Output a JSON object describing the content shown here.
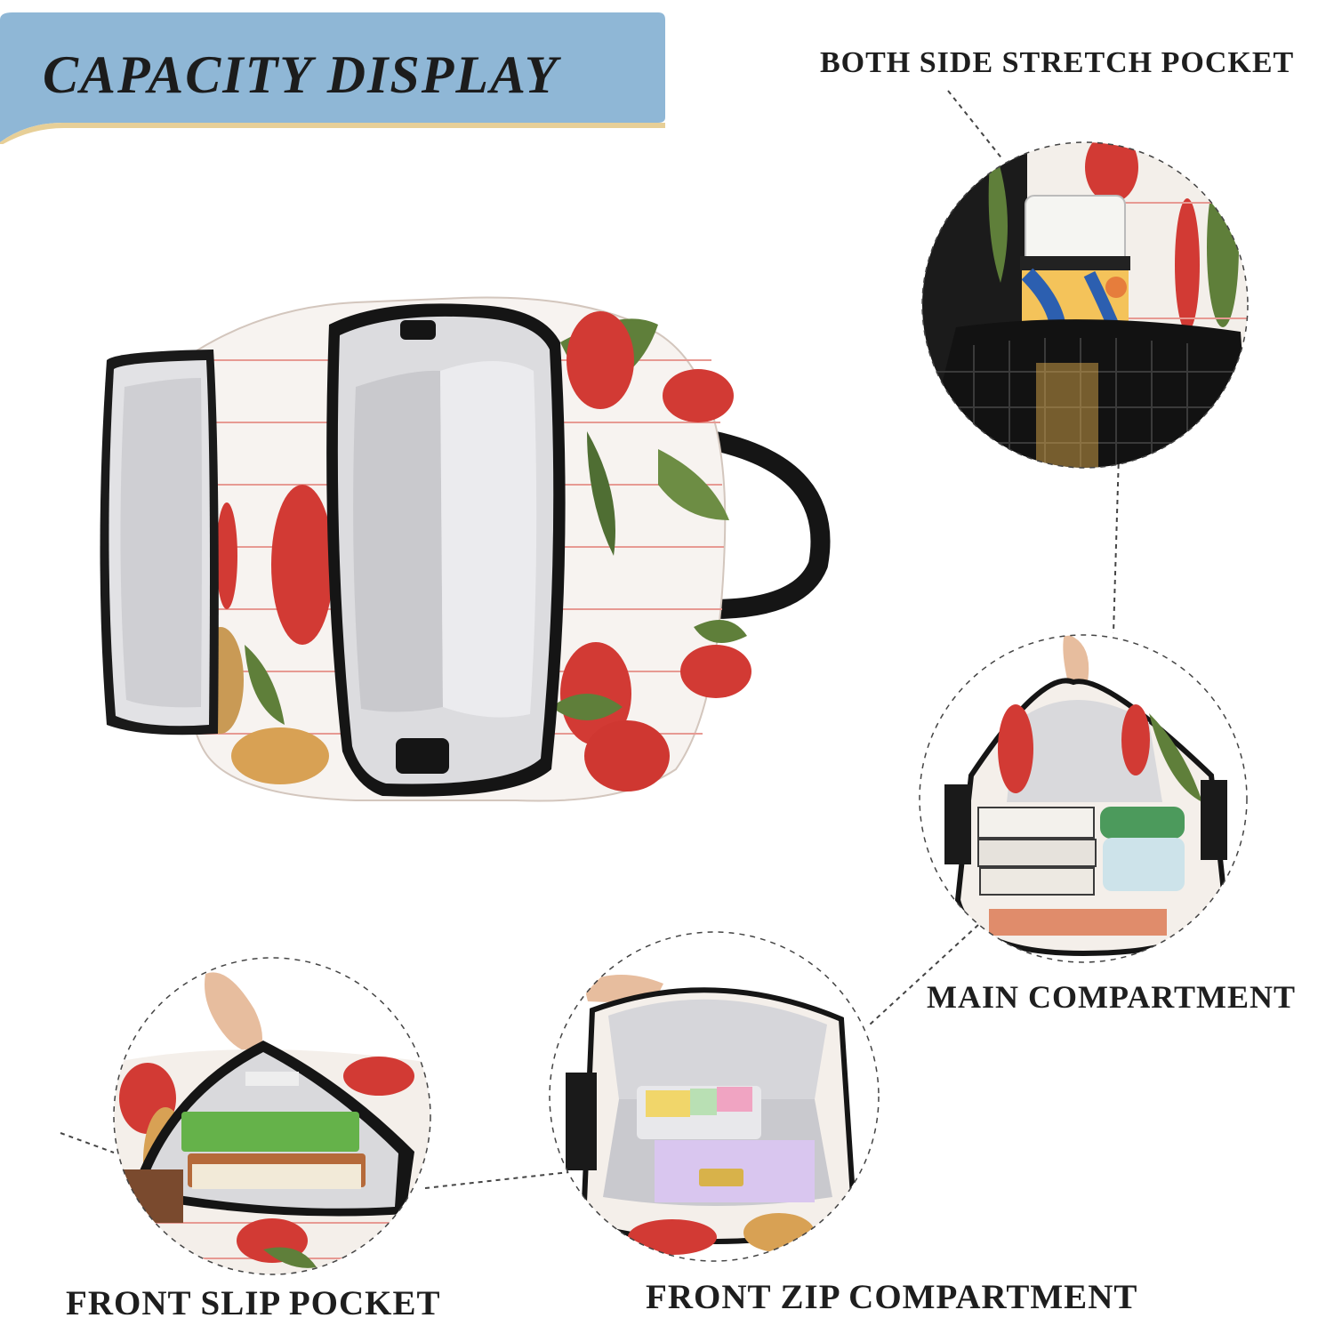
{
  "banner": {
    "title": "CAPACITY DISPLAY"
  },
  "callouts": {
    "side_pocket": "BOTH SIDE STRETCH POCKET",
    "main_compartment": "MAIN COMPARTMENT",
    "front_slip_pocket": "FRONT SLIP POCKET",
    "front_zip_compartment": "FRONT ZIP COMPARTMENT"
  },
  "colors": {
    "banner_fill": "#8fb7d6",
    "banner_accent": "#e7cf97",
    "strawberry_red": "#d23a34",
    "leaf_green": "#5f7f3a",
    "lining_gray": "#d9d9dc",
    "zipper_black": "#151515"
  }
}
